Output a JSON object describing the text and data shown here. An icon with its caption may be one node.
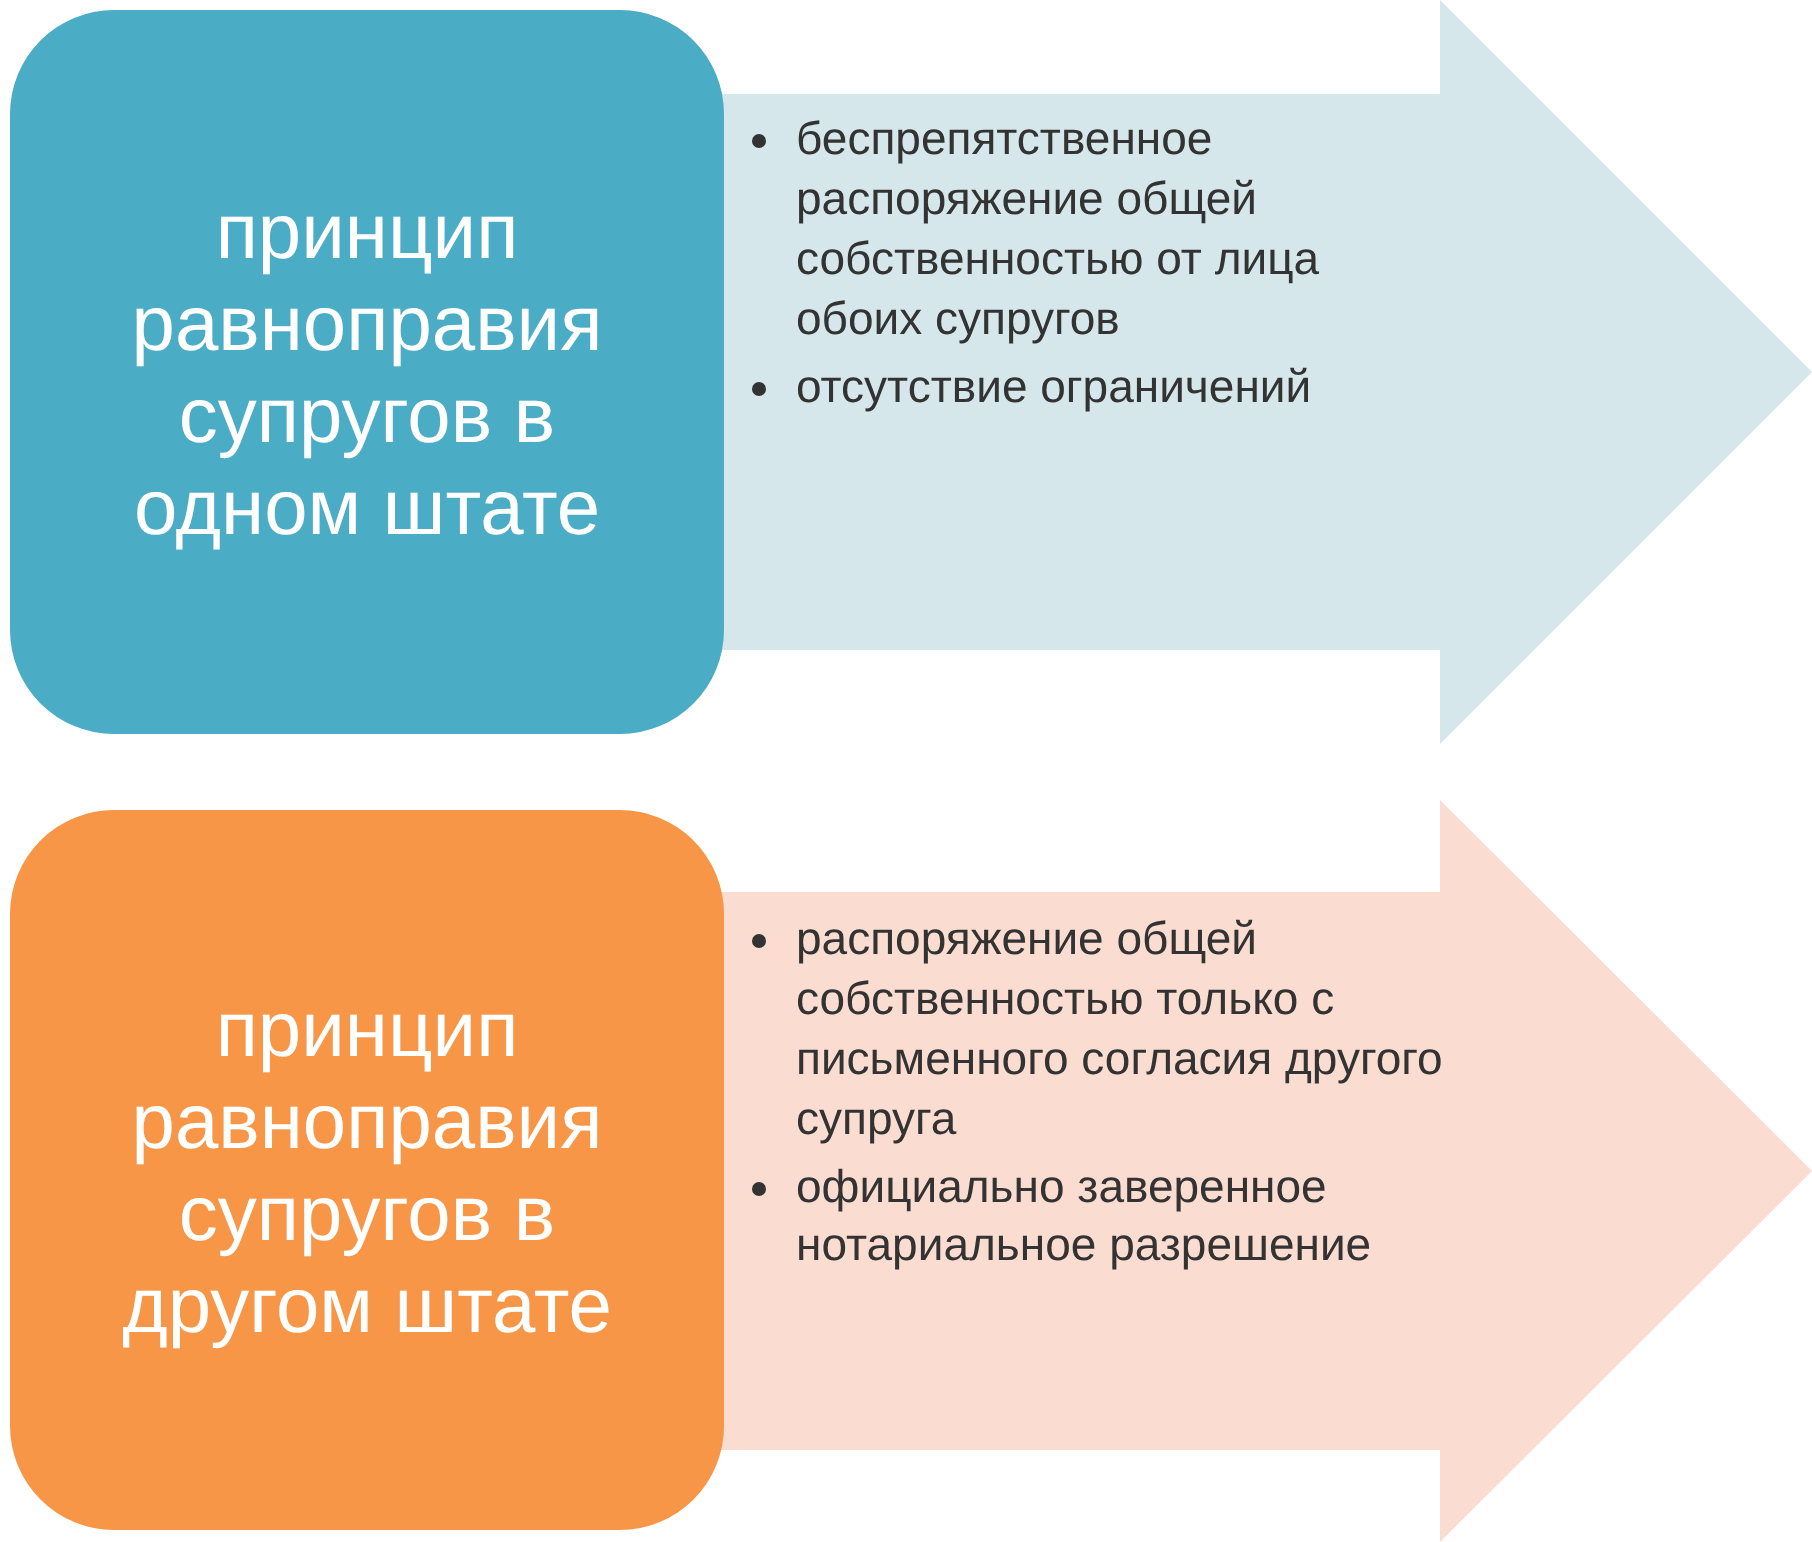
{
  "diagram": {
    "nodes": [
      {
        "text": [
          "принцип равноправия супругов в одном штате"
        ]
      },
      {
        "text": [
          "беспрепятственное распоряжение общей собственностью от лица обоих супругов",
          "отсутствие ограничений"
        ]
      },
      {
        "text": [
          "принцип равноправия супругов в другом штате"
        ]
      },
      {
        "text": [
          "распоряжение общей собственностью только с письменного согласия другого супруга",
          "официально заверенное нотариальное разрешение"
        ]
      }
    ]
  }
}
